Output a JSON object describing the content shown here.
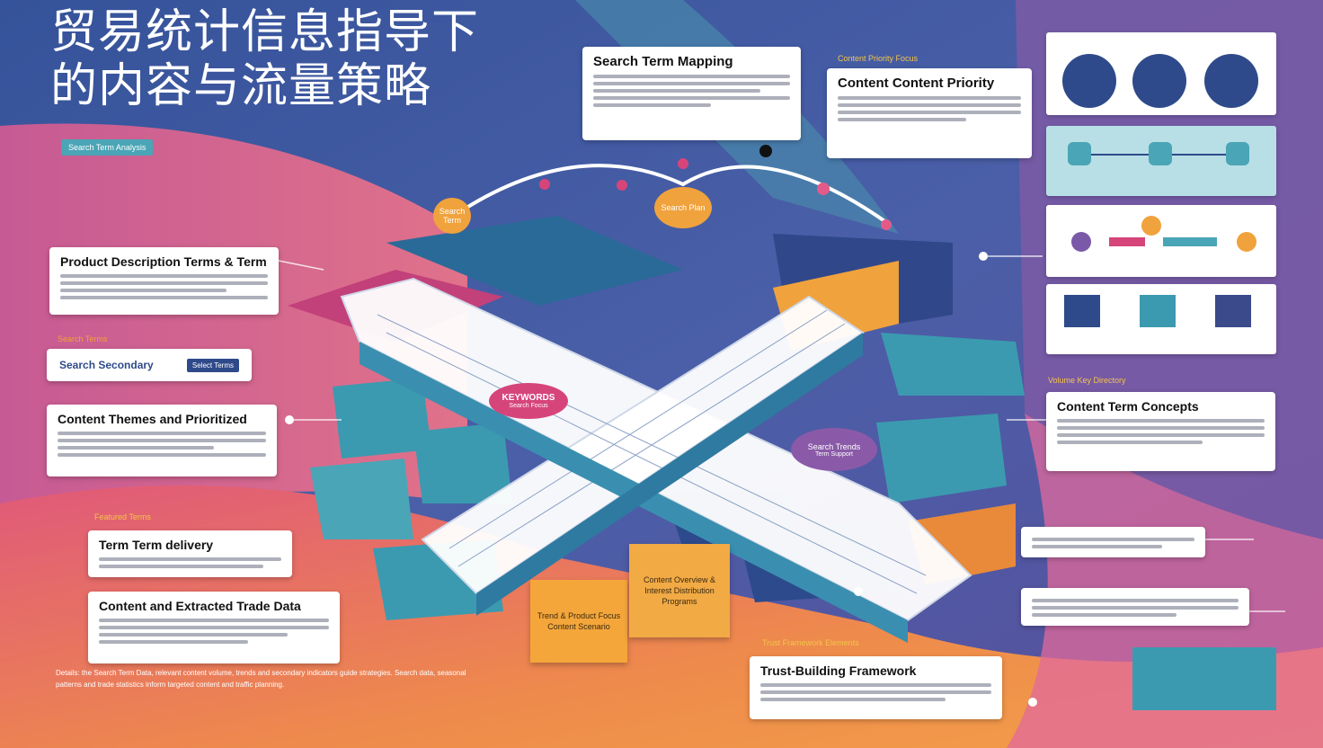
{
  "title_line1": "贸易统计信息指导下",
  "title_line2": "的内容与流量策略",
  "pill_top_left": "Search Term Analysis",
  "labels": {
    "search_term_mapping": "Search Term Mapping",
    "content_priority": "Content Content Priority",
    "content_priority_tag": "Content Priority Focus",
    "product_description": "Product Description Terms & Term",
    "search_secondary": "Search Secondary",
    "search_secondary_btn": "Select Terms",
    "search_secondary_tag": "Search Terms",
    "content_themes": "Content Themes and Prioritized",
    "tag_features": "Featured Terms",
    "term_delivery": "Term Term delivery",
    "content_trade": "Content and Extracted Trade Data",
    "content_term_concepts": "Content Term Concepts",
    "content_term_tag": "Volume Key Directory",
    "trust_framework": "Trust-Building Framework",
    "trust_tag": "Trust Framework Elements"
  },
  "nodes": {
    "orange_left": "Search Term",
    "orange_mid": "Search Plan",
    "magenta": "KEYWORDS",
    "magenta_sub": "Search Focus",
    "purple": "Search Trends",
    "purple_sub": "Term Support"
  },
  "sticky": {
    "left": "Trend & Product Focus Content Scenario",
    "right": "Content Overview & Interest Distribution Programs"
  },
  "footer_note": "Details: the Search Term Data, relevant content volume, trends and secondary indicators guide strategies. Search data, seasonal patterns and trade statistics inform targeted content and traffic planning.",
  "colors": {
    "navy": "#2f4a8a",
    "teal": "#4aa5b6",
    "magenta": "#d6457a",
    "orange": "#f0a23c",
    "purple": "#7a5aa8"
  }
}
